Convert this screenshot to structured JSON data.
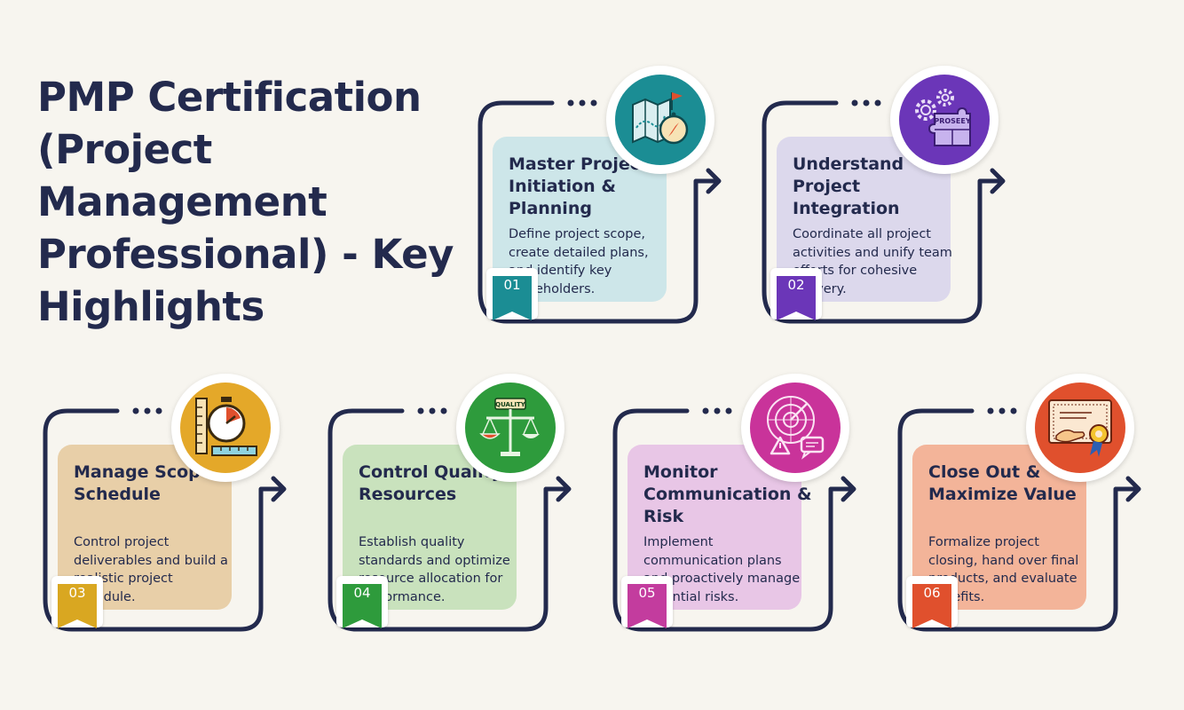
{
  "title": "PMP Certification (Project Management Professional) - Key Highlights",
  "steps": [
    {
      "number": "01",
      "heading": "Master Project Initiation & Planning",
      "description": "Define project scope, create detailed plans, and identify key stakeholders.",
      "card_color": "#cde6e9",
      "accent_color": "#1b8d94",
      "icon_color": "#1b8d94",
      "icon": "map-compass-icon"
    },
    {
      "number": "02",
      "heading": "Understand Project Integration",
      "description": "Coordinate all project activities and unify team efforts for cohesive delivery.",
      "card_color": "#dcd8ec",
      "accent_color": "#6b36b8",
      "icon_color": "#6b36b8",
      "icon": "gears-puzzle-icon",
      "icon_text": "PROSEEY"
    },
    {
      "number": "03",
      "heading": "Manage Scope & Schedule",
      "description": "Control project deliverables and build a realistic project schedule.",
      "card_color": "#e8cfa8",
      "accent_color": "#d9a721",
      "icon_color": "#e4a829",
      "icon": "stopwatch-ruler-icon"
    },
    {
      "number": "04",
      "heading": "Control Quality & Resources",
      "description": "Establish quality standards and optimize resource allocation for performance.",
      "card_color": "#c9e2bd",
      "accent_color": "#2e9b3c",
      "icon_color": "#2e9b3c",
      "icon": "quality-scale-icon",
      "icon_text": "QUALITY"
    },
    {
      "number": "05",
      "heading": "Monitor Communication & Risk",
      "description": "Implement communication plans and proactively manage potential risks.",
      "card_color": "#e8c6e6",
      "accent_color": "#c33c9e",
      "icon_color": "#c9339a",
      "icon": "radar-warning-chat-icon"
    },
    {
      "number": "06",
      "heading": "Close Out & Maximize Value",
      "description": "Formalize project closing, hand over final products, and evaluate benefits.",
      "card_color": "#f3b499",
      "accent_color": "#e0502d",
      "icon_color": "#e0502d",
      "icon": "certificate-handshake-icon"
    }
  ],
  "colors": {
    "background": "#f7f5ef",
    "text": "#232a4d",
    "frame": "#232a4d"
  }
}
